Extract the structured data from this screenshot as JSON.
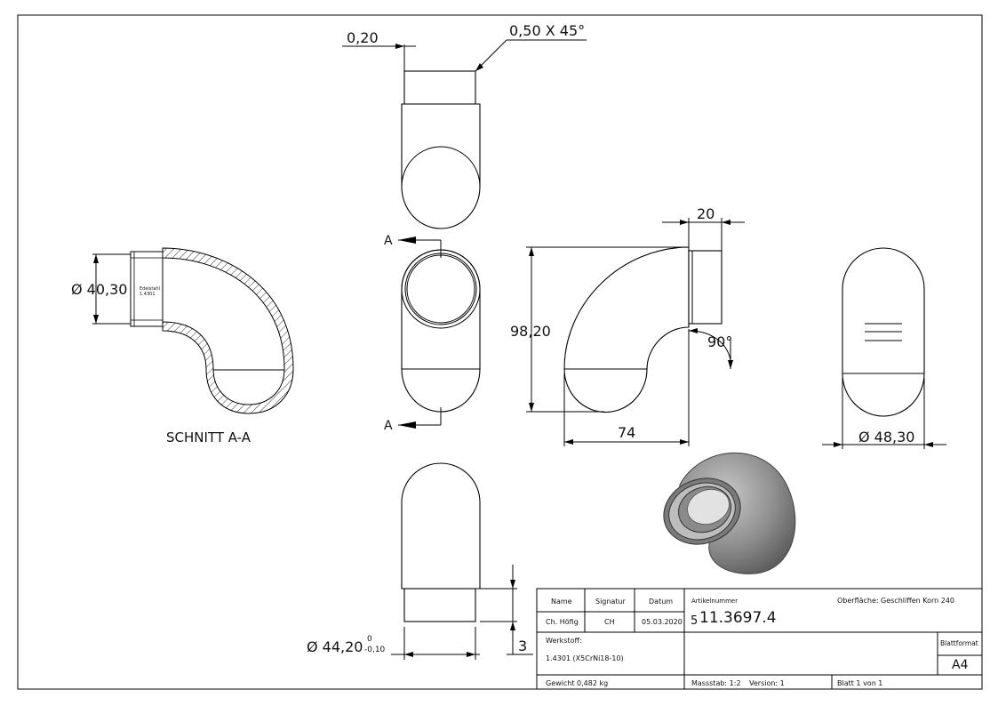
{
  "views": {
    "section": {
      "caption": "SCHNITT A-A",
      "diameter_label": "Ø 40,30",
      "engraving_line1": "Edelstahl",
      "engraving_line2": "1.4301"
    },
    "top": {
      "chamfer_label": "0,50 X 45°",
      "offset_label": "0,20"
    },
    "front": {
      "section_marker_top": "A",
      "section_marker_bottom": "A"
    },
    "side": {
      "length_label": "20",
      "height_label": "98,20",
      "angle_label": "90°",
      "width_label": "74"
    },
    "right": {
      "diameter_label": "Ø 48,30"
    },
    "bottom": {
      "diameter_label": "Ø 44,20",
      "tolerance_upper": "0",
      "tolerance_lower": "-0,10",
      "depth_label": "3"
    }
  },
  "title_block": {
    "headers": {
      "name": "Name",
      "signatur": "Signatur",
      "datum": "Datum",
      "artikelnummer": "Artikelnummer",
      "oberflaeche": "Oberfläche:",
      "werkstoff": "Werkstoff:",
      "blattformat": "Blattformat"
    },
    "values": {
      "name": "Ch. Höfig",
      "signatur": "CH",
      "datum": "05.03.2020",
      "article_prefix": "5",
      "article_number": "11.3697.4",
      "oberflaeche": "Geschliffen Korn 240",
      "werkstoff": "1.4301 (X5CrNi18-10)",
      "blattformat": "A4"
    },
    "footer": {
      "gewicht": "Gewicht 0,482 kg",
      "massstab": "Massstab: 1:2",
      "version": "Version: 1",
      "blatt": "Blatt 1 von 1"
    }
  }
}
